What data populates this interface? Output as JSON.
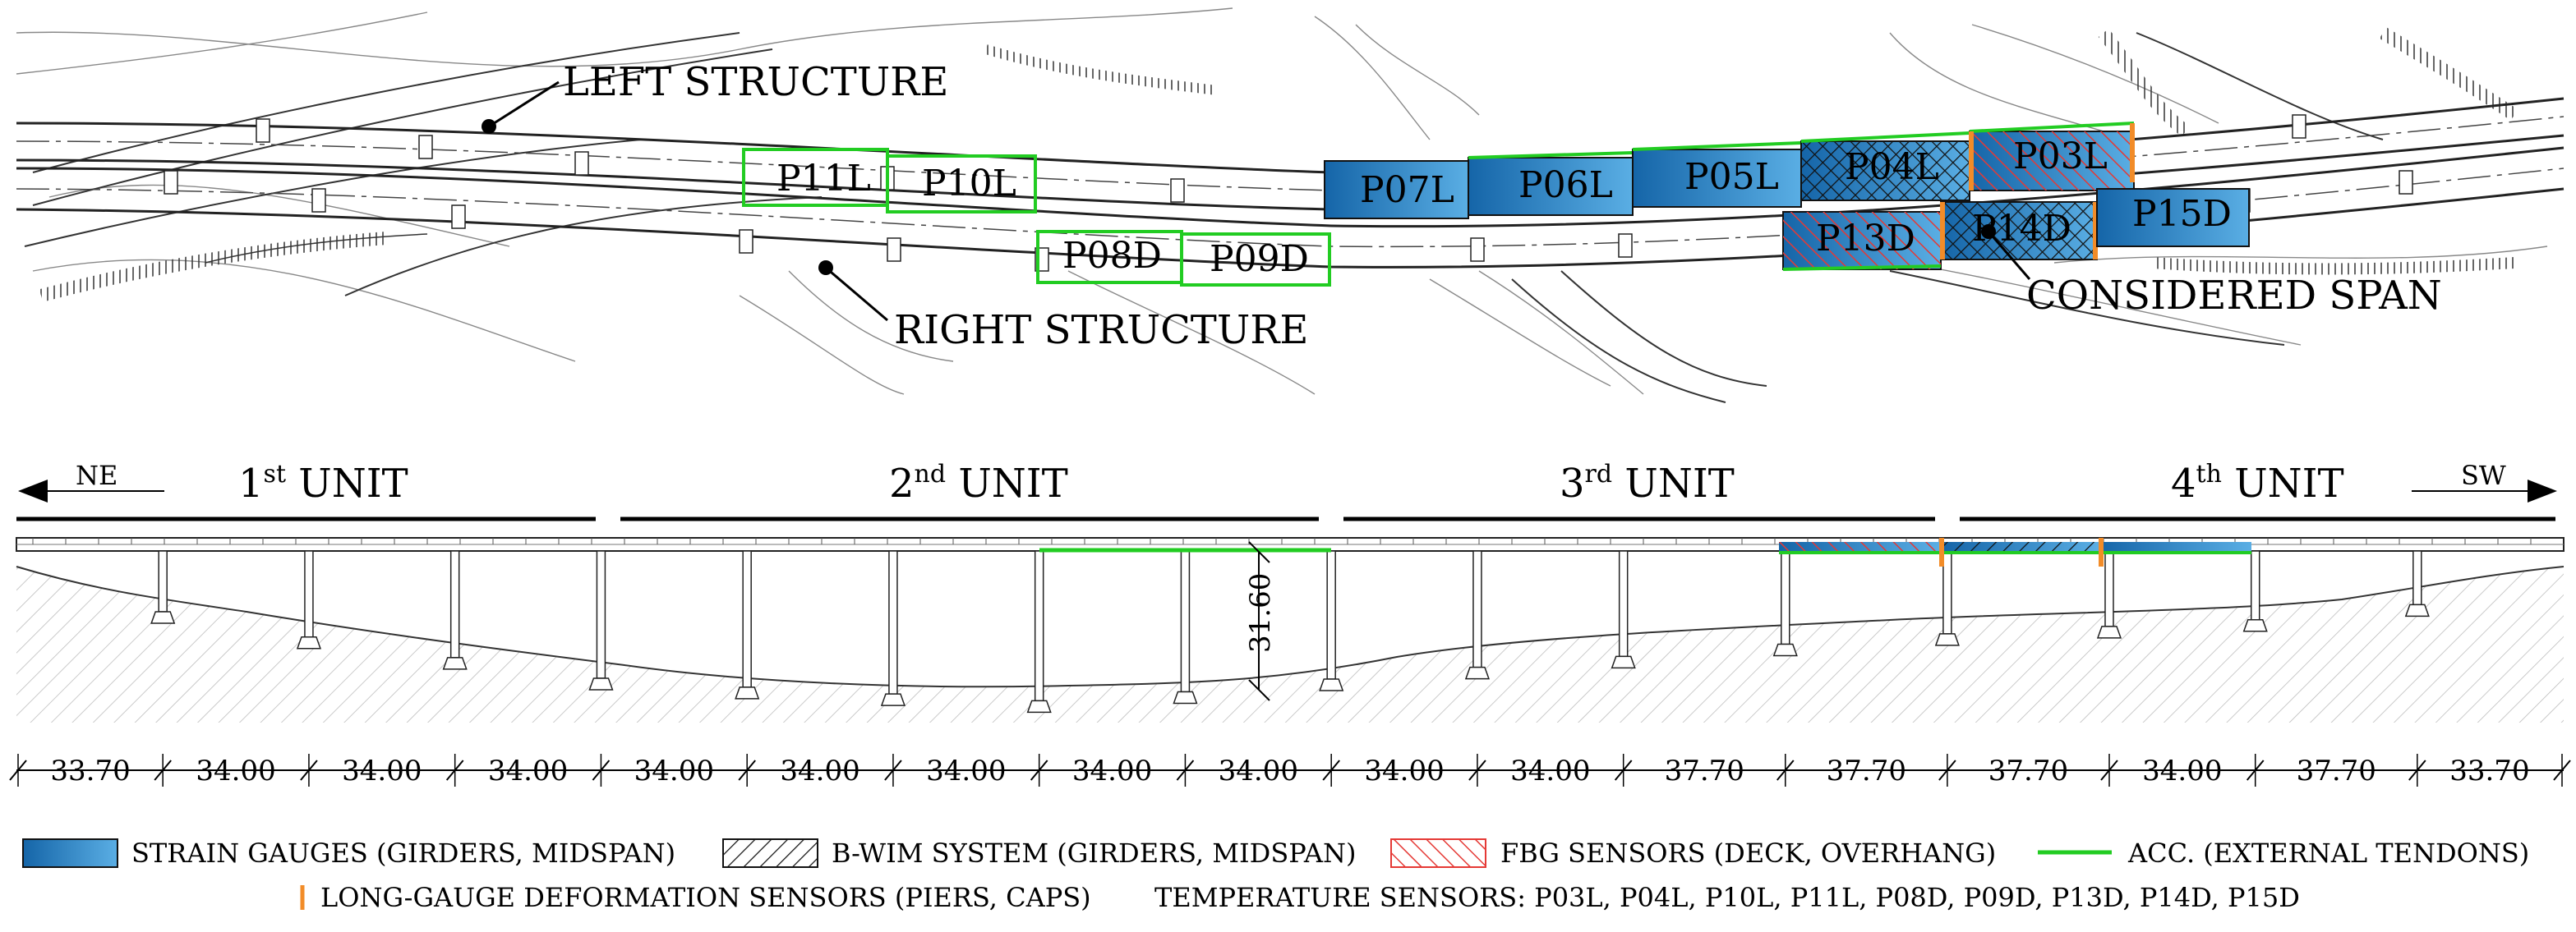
{
  "plan": {
    "left_structure_label": "LEFT STRUCTURE",
    "right_structure_label": "RIGHT STRUCTURE",
    "considered_span_label": "CONSIDERED SPAN",
    "spans_left": [
      {
        "label": "P11L",
        "type": "acc"
      },
      {
        "label": "P10L",
        "type": "acc"
      },
      {
        "label": "P07L",
        "type": "strain"
      },
      {
        "label": "P06L",
        "type": "strain_acc"
      },
      {
        "label": "P05L",
        "type": "strain_acc"
      },
      {
        "label": "P04L",
        "type": "bwim"
      },
      {
        "label": "P03L",
        "type": "fbg"
      }
    ],
    "spans_right": [
      {
        "label": "P08D",
        "type": "acc"
      },
      {
        "label": "P09D",
        "type": "acc"
      },
      {
        "label": "P13D",
        "type": "fbg"
      },
      {
        "label": "P14D",
        "type": "bwim"
      },
      {
        "label": "P15D",
        "type": "strain"
      }
    ]
  },
  "elevation": {
    "direction_left": "NE",
    "direction_right": "SW",
    "units": [
      {
        "num": "1",
        "sup": "st",
        "word": "UNIT"
      },
      {
        "num": "2",
        "sup": "nd",
        "word": "UNIT"
      },
      {
        "num": "3",
        "sup": "rd",
        "word": "UNIT"
      },
      {
        "num": "4",
        "sup": "th",
        "word": "UNIT"
      }
    ],
    "height_label": "31.60",
    "span_lengths": [
      "33.70",
      "34.00",
      "34.00",
      "34.00",
      "34.00",
      "34.00",
      "34.00",
      "34.00",
      "34.00",
      "34.00",
      "34.00",
      "37.70",
      "37.70",
      "37.70",
      "34.00",
      "37.70",
      "33.70"
    ]
  },
  "legend": {
    "strain": "STRAIN GAUGES (GIRDERS, MIDSPAN)",
    "bwim": "B-WIM SYSTEM (GIRDERS, MIDSPAN)",
    "fbg": "FBG SENSORS (DECK, OVERHANG)",
    "acc": "ACC. (EXTERNAL TENDONS)",
    "longgauge": "LONG-GAUGE DEFORMATION SENSORS (PIERS, CAPS)",
    "temperature": "TEMPERATURE SENSORS: P03L, P04L, P10L, P11L, P08D, P09D, P13D, P14D, P15D"
  },
  "colors": {
    "strain_dark": "#1565a8",
    "strain_light": "#5aaee4",
    "acc": "#22cc22",
    "fbg": "#e53935",
    "longgauge": "#f28c28"
  }
}
